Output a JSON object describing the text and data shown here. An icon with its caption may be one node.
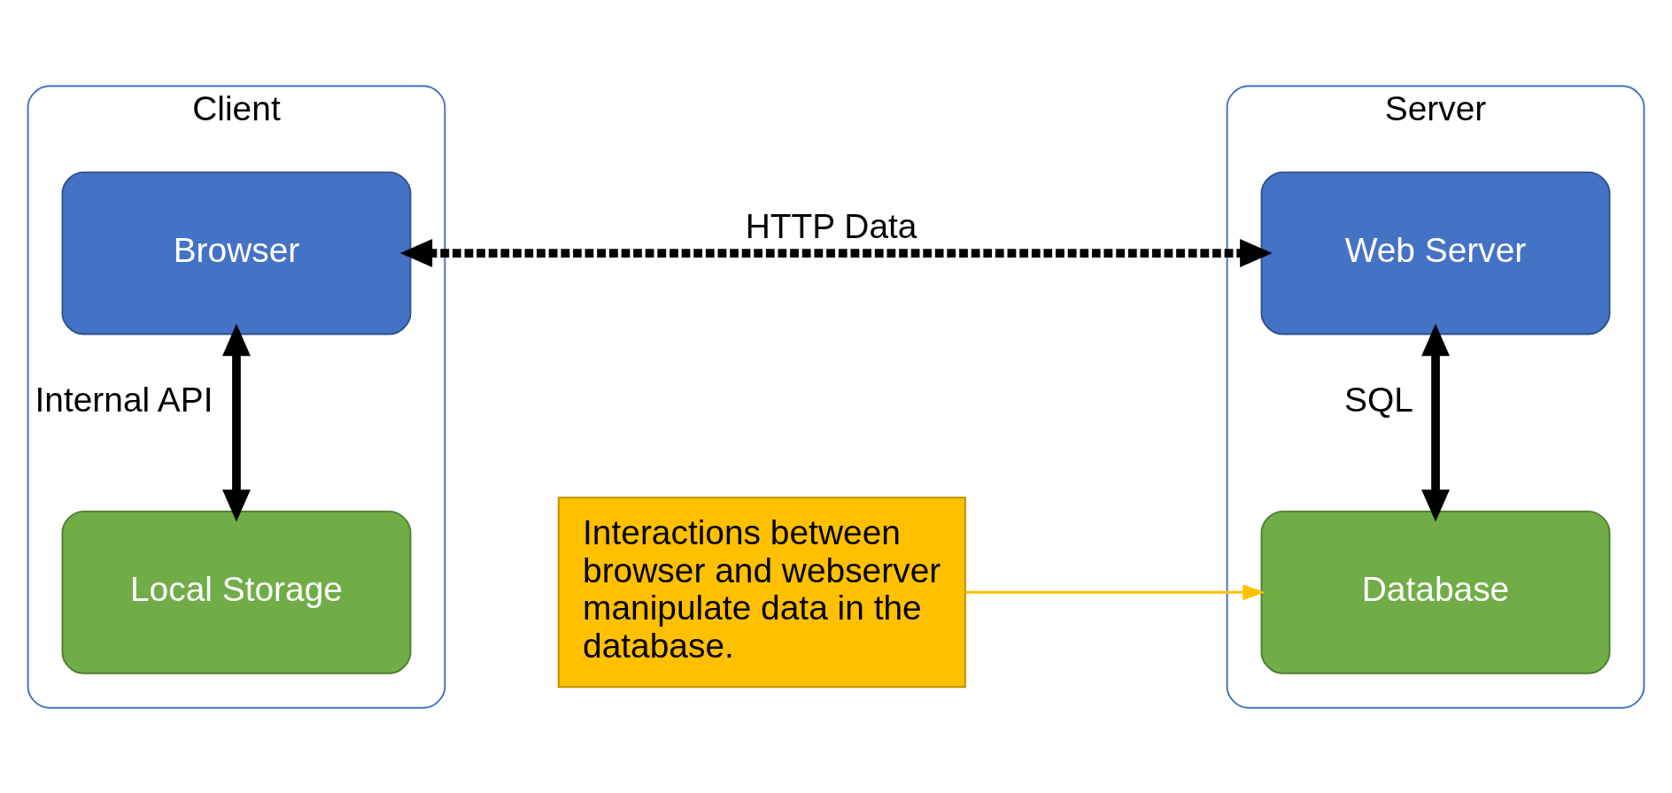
{
  "diagram": {
    "nodes": [
      {
        "text": [
          "Client"
        ]
      },
      {
        "text": [
          "Browser"
        ],
        "in": 0
      },
      {
        "text": [
          "Local Storage"
        ],
        "in": 0
      },
      {
        "text": [
          "Server"
        ]
      },
      {
        "text": [
          "Web Server"
        ],
        "in": 3
      },
      {
        "text": [
          "Database"
        ],
        "in": 3
      },
      {
        "text": [
          "Interactions between browser and webserver manipulate data in the database."
        ]
      }
    ],
    "edges": [
      {
        "from": 1,
        "to": 4,
        "arrow": "both",
        "label": "HTTP Data",
        "style": "dashed"
      },
      {
        "from": 1,
        "to": 2,
        "arrow": "both",
        "label": "Internal API"
      },
      {
        "from": 4,
        "to": 5,
        "arrow": "both",
        "label": "SQL"
      },
      {
        "from": 6,
        "to": 5,
        "arrow": "to",
        "color": "#ffc000"
      }
    ]
  }
}
